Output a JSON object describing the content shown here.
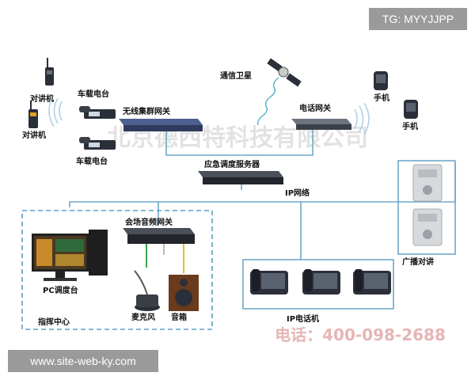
{
  "badges": {
    "tg": "TG: MYYJJPP",
    "site": "www.site-web-ky.com"
  },
  "watermarks": {
    "company": "北京德西特科技有限公司",
    "phone": "电话：400-098-2688"
  },
  "labels": {
    "walkie_1": "对讲机",
    "walkie_2": "对讲机",
    "car_radio_1": "车载电台",
    "car_radio_2": "车载电台",
    "wireless_gateway": "无线集群网关",
    "satellite": "通信卫星",
    "telecom_gateway": "电话网关",
    "mobile_1": "手机",
    "mobile_2": "手机",
    "dispatch_server": "应急调度服务器",
    "ip_network": "IP网络",
    "venue_audio_gateway": "会场音频网关",
    "pc_console": "PC调度台",
    "command_center": "指挥中心",
    "microphone": "麦克风",
    "speaker": "音箱",
    "broadcast_intercom": "广播对讲",
    "ip_phone": "IP电话机"
  },
  "colors": {
    "line": "#6fa8c8",
    "dashed_border": "#5b9ec4",
    "device": "#2b2f3a",
    "badge": "#9a9a9a"
  }
}
